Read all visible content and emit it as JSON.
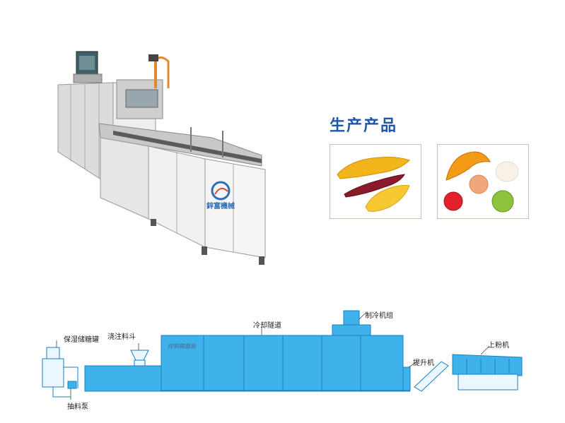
{
  "products": {
    "title": "生产产品"
  },
  "machine_photo": {
    "brand_text": "鋅富機械"
  },
  "diagram": {
    "labels": {
      "sugar_tank": "保湿储糖罐",
      "hopper": "浇注料斗",
      "tunnel": "冷却隧道",
      "chiller": "制冷机组",
      "elevator": "提升机",
      "coater": "上粉机",
      "pump": "抽料泵"
    },
    "control_panel": "控制箱面板"
  },
  "colors": {
    "diagram_blue": "#3fb2ec",
    "diagram_outline": "#1b7fc0",
    "title_blue": "#1f56a8"
  }
}
